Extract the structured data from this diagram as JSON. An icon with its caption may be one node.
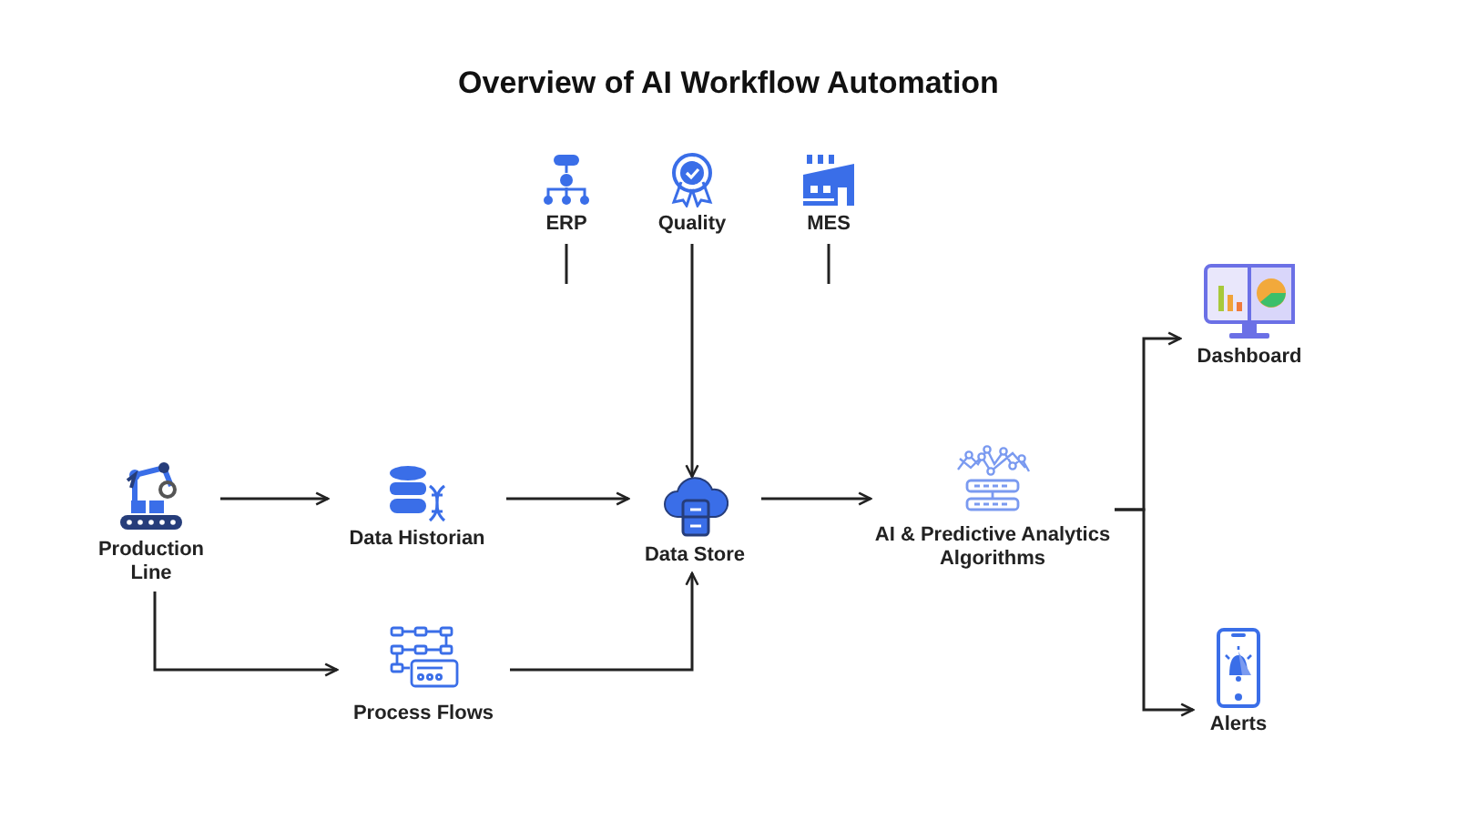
{
  "diagram": {
    "title": "Overview of AI Workflow Automation",
    "nodes": [
      {
        "text": [
          "ERP"
        ]
      },
      {
        "text": [
          "Quality"
        ]
      },
      {
        "text": [
          "MES"
        ]
      },
      {
        "text": [
          "Dashboard"
        ]
      },
      {
        "text": [
          "Production Line"
        ]
      },
      {
        "text": [
          "Data Historian"
        ]
      },
      {
        "text": [
          "Data Store"
        ]
      },
      {
        "text": [
          "AI & Predictive Analytics Algorithms"
        ]
      },
      {
        "text": [
          "Process Flows"
        ]
      },
      {
        "text": [
          "Alerts"
        ]
      }
    ],
    "edges": [
      {
        "from": 0,
        "to": null,
        "arrow": "none"
      },
      {
        "from": 1,
        "to": 6,
        "arrow": "to"
      },
      {
        "from": 2,
        "to": null,
        "arrow": "none"
      },
      {
        "from": 4,
        "to": 5,
        "arrow": "to"
      },
      {
        "from": 5,
        "to": 6,
        "arrow": "to"
      },
      {
        "from": 6,
        "to": 7,
        "arrow": "to"
      },
      {
        "from": 4,
        "to": 8,
        "arrow": "to"
      },
      {
        "from": 8,
        "to": 6,
        "arrow": "to"
      },
      {
        "from": 7,
        "to": 3,
        "arrow": "to"
      },
      {
        "from": 7,
        "to": 9,
        "arrow": "to"
      }
    ]
  }
}
